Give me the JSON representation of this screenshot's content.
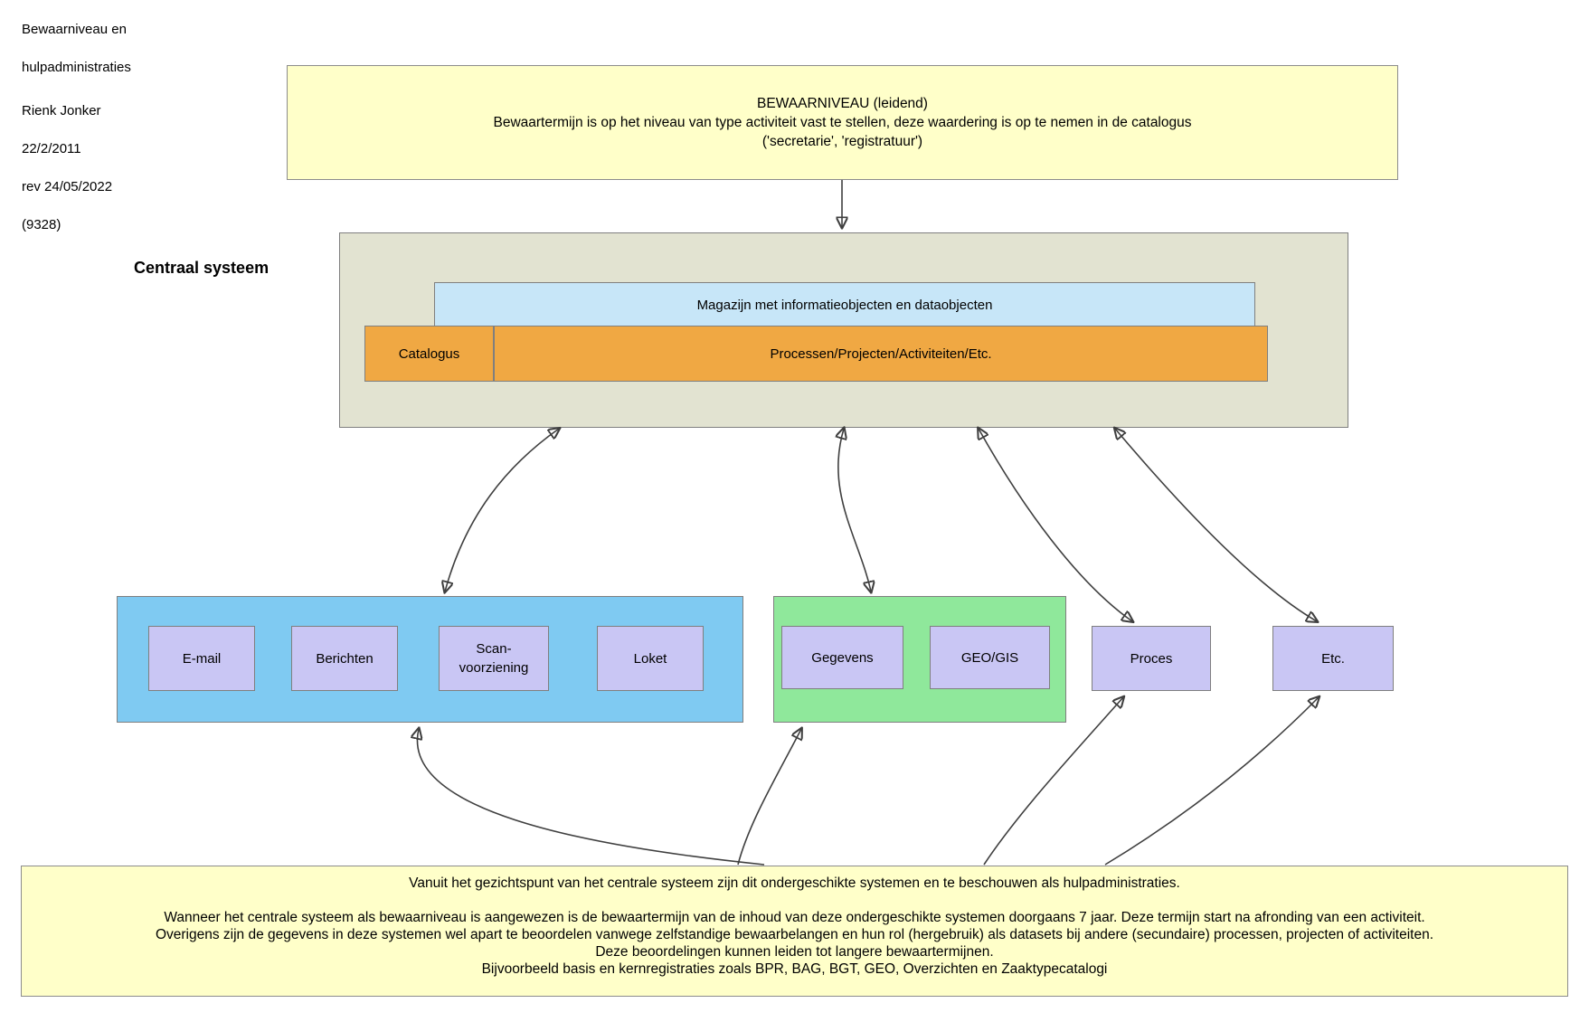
{
  "meta": {
    "title_line1": "Bewaarniveau en",
    "title_line2": "hulpadministraties",
    "author": "Rienk Jonker",
    "date": "22/2/2011",
    "revision": "rev 24/05/2022",
    "number": "(9328)"
  },
  "top_box": {
    "line1": "BEWAARNIVEAU (leidend)",
    "line2": "Bewaartermijn is op het niveau van type activiteit vast te stellen, deze waardering is op te nemen in de catalogus",
    "line3": "('secretarie', 'registratuur')"
  },
  "central_system": {
    "label": "Centraal systeem",
    "magazijn": "Magazijn met informatieobjecten en dataobjecten",
    "catalogus": "Catalogus",
    "processen": "Processen/Projecten/Activiteiten/Etc."
  },
  "subsystems": {
    "email": "E-mail",
    "berichten": "Berichten",
    "scan_line1": "Scan-",
    "scan_line2": "voorziening",
    "loket": "Loket",
    "gegevens": "Gegevens",
    "geo_gis": "GEO/GIS",
    "proces": "Proces",
    "etc": "Etc."
  },
  "bottom_box": {
    "line1": "Vanuit het gezichtspunt van het centrale systeem zijn dit ondergeschikte systemen en te beschouwen als hulpadministraties.",
    "line2": "Wanneer het centrale systeem als bewaarniveau is aangewezen is de bewaartermijn van de inhoud van deze ondergeschikte systemen doorgaans 7 jaar. Deze termijn start na afronding van een activiteit.",
    "line3": "Overigens zijn de gegevens in deze systemen wel apart te beoordelen vanwege zelfstandige bewaarbelangen en hun rol (hergebruik) als datasets bij andere (secundaire) processen, projecten of activiteiten.",
    "line4": "Deze beoordelingen kunnen leiden tot langere bewaartermijnen.",
    "line5": "Bijvoorbeeld basis en kernregistraties zoals BPR, BAG, BGT, GEO, Overzichten en Zaaktypecatalogi"
  },
  "palette": {
    "note_yellow": "#ffffc9",
    "central_beige": "#e2e3d1",
    "magazijn_blue": "#c7e6f8",
    "orange": "#f0a843",
    "container_blue": "#7fcaf2",
    "subsystem_purple": "#c9c6f4",
    "container_green": "#8fe89b",
    "arrow_gray": "#3f3f3f",
    "border_gray": "#7f7f7f"
  }
}
